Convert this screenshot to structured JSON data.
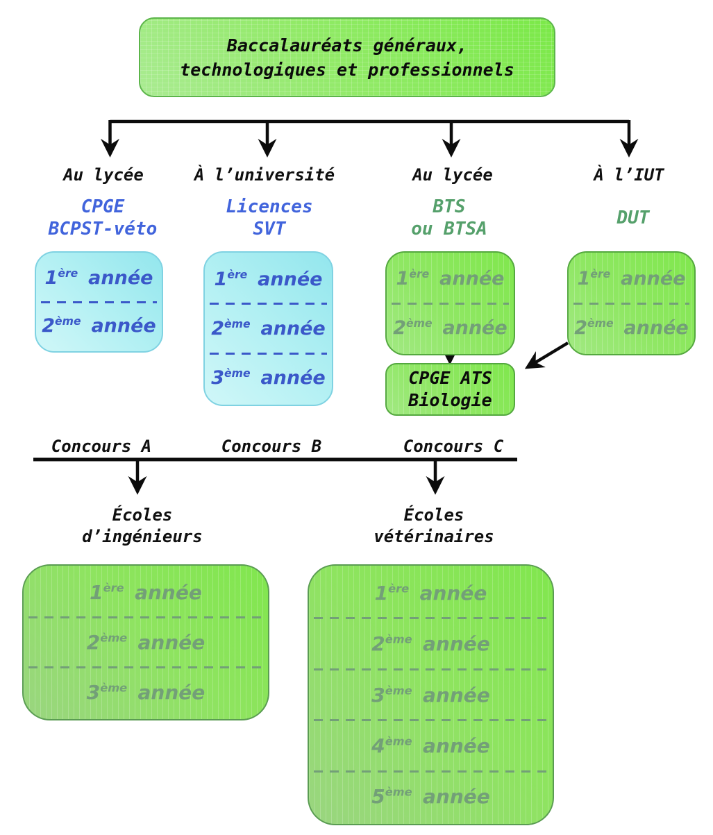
{
  "title": {
    "line1": "Baccalauréats généraux,",
    "line2": "technologiques et professionnels"
  },
  "branches": [
    {
      "location": "Au lycée",
      "program_line1": "CPGE",
      "program_line2": "BCPST-véto"
    },
    {
      "location": "À l’université",
      "program_line1": "Licences",
      "program_line2": "SVT"
    },
    {
      "location": "Au lycée",
      "program_line1": "BTS",
      "program_line2": "ou BTSA"
    },
    {
      "location": "À l’IUT",
      "program_line1": "DUT"
    }
  ],
  "years": [
    {
      "num": "1",
      "sup": "ère",
      "word": "année"
    },
    {
      "num": "2",
      "sup": "ème",
      "word": "année"
    },
    {
      "num": "3",
      "sup": "ème",
      "word": "année"
    },
    {
      "num": "4",
      "sup": "ème",
      "word": "année"
    },
    {
      "num": "5",
      "sup": "ème",
      "word": "année"
    }
  ],
  "ats_box": {
    "line1": "CPGE ATS",
    "line2": "Biologie"
  },
  "concours": [
    {
      "label": "Concours A"
    },
    {
      "label": "Concours B"
    },
    {
      "label": "Concours C"
    }
  ],
  "schools": [
    {
      "line1": "Écoles",
      "line2": "d’ingénieurs"
    },
    {
      "line1": "Écoles",
      "line2": "vétérinaires"
    }
  ],
  "colors": {
    "box_green": "#8fe763",
    "box_cyan": "#b2f0f3",
    "blue_label_text": "#4164dc",
    "blue_year_text": "#3a58c9",
    "green_label_text": "#55a06b",
    "green_year_text": "#739f78",
    "arrow_black": "#0c0c0c"
  }
}
